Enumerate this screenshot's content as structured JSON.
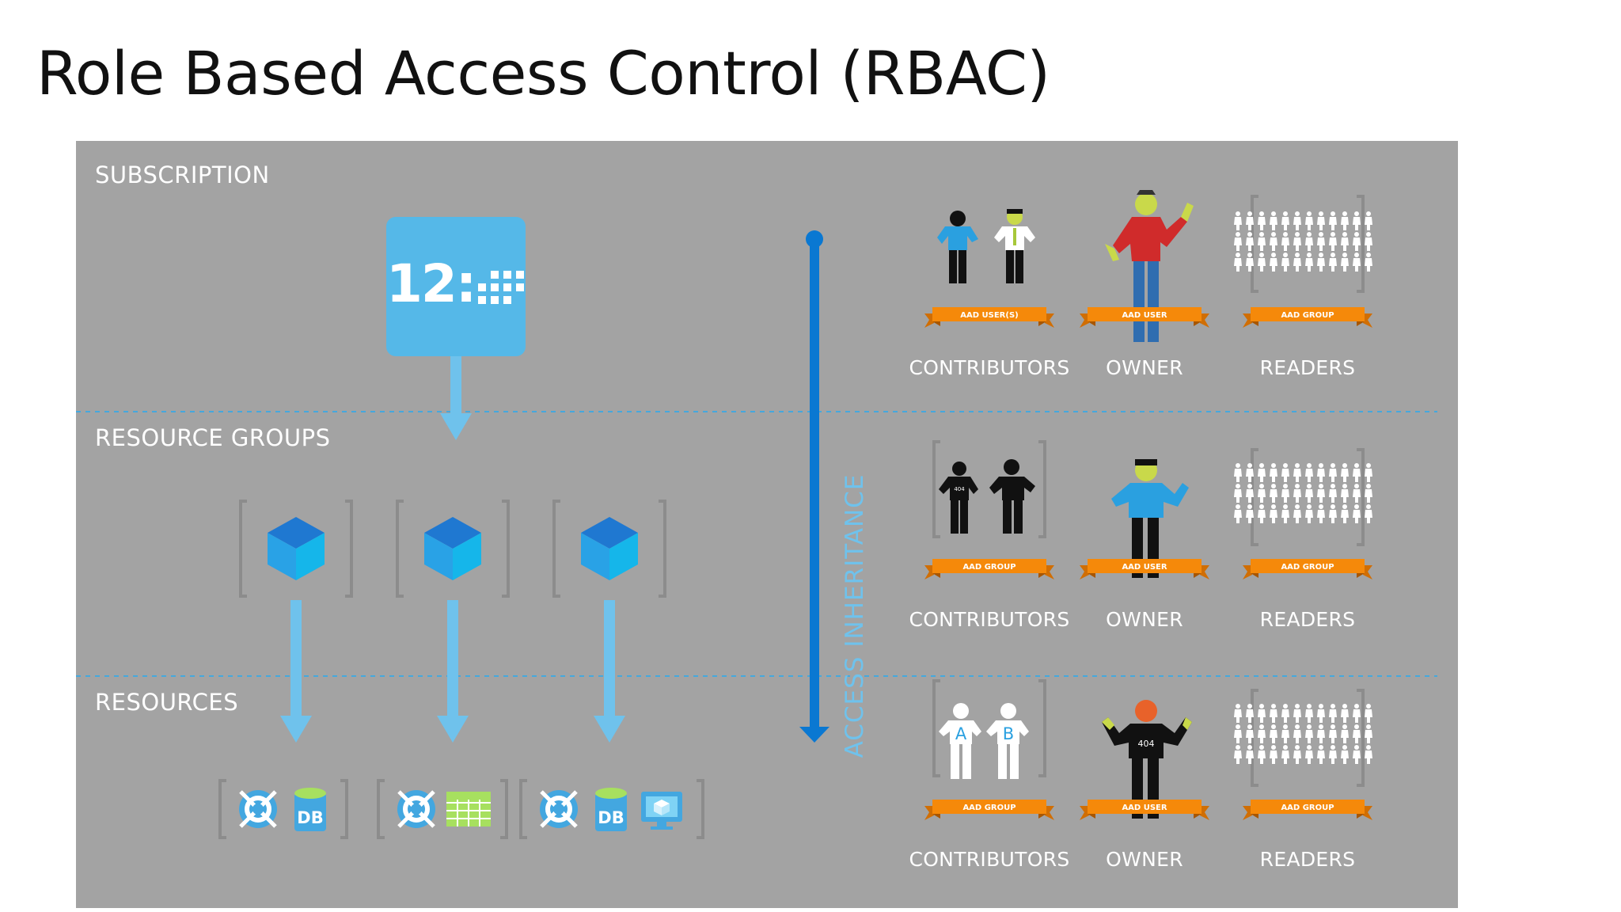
{
  "title": "Role Based Access Control (RBAC)",
  "tiers": {
    "subscription": "SUBSCRIPTION",
    "resource_groups": "RESOURCE GROUPS",
    "resources": "RESOURCES"
  },
  "subscription_icon_text": "12:",
  "inheritance_label": "ACCESS INHERITANCE",
  "roles": {
    "subscription": [
      {
        "ribbon": "AAD USER(S)",
        "label": "CONTRIBUTORS"
      },
      {
        "ribbon": "AAD USER",
        "label": "OWNER"
      },
      {
        "ribbon": "AAD GROUP",
        "label": "READERS"
      }
    ],
    "resource_groups": [
      {
        "ribbon": "AAD GROUP",
        "label": "CONTRIBUTORS"
      },
      {
        "ribbon": "AAD USER",
        "label": "OWNER"
      },
      {
        "ribbon": "AAD GROUP",
        "label": "READERS"
      }
    ],
    "resources": [
      {
        "ribbon": "AAD GROUP",
        "label": "CONTRIBUTORS"
      },
      {
        "ribbon": "AAD USER",
        "label": "OWNER"
      },
      {
        "ribbon": "AAD GROUP",
        "label": "READERS"
      }
    ]
  },
  "resource_badges": {
    "db": "DB",
    "shirt_404": "404",
    "person_a": "A",
    "person_b": "B"
  },
  "colors": {
    "panel": "#a3a3a3",
    "accent_blue": "#55b8e8",
    "dark_blue": "#0a78d2",
    "ribbon_orange": "#f5890a"
  }
}
